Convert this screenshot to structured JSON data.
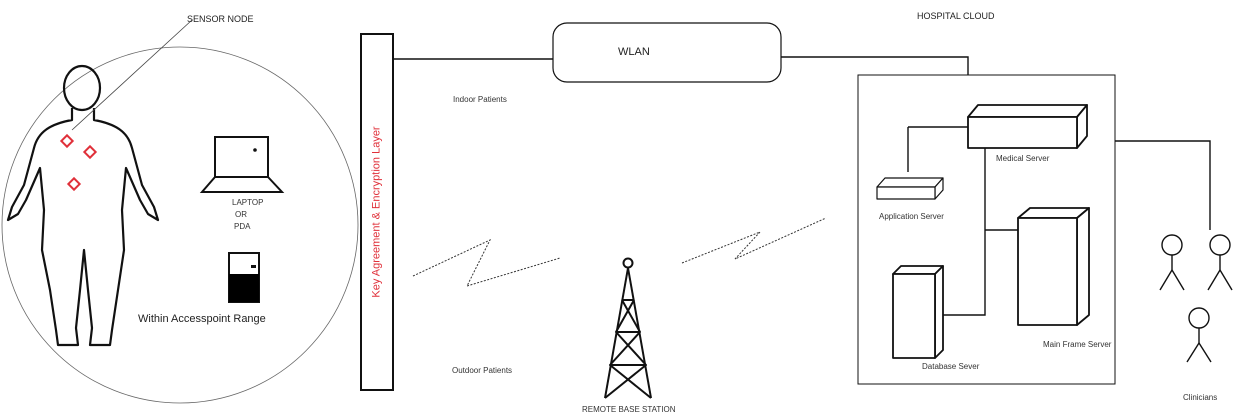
{
  "labels": {
    "sensor_node": "SENSOR NODE",
    "hospital_cloud": "HOSPITAL CLOUD",
    "wlan": "WLAN",
    "key_layer": "Key Agreement & Encryption Layer",
    "indoor_patients": "Indoor Patients",
    "outdoor_patients": "Outdoor Patients",
    "laptop": "LAPTOP",
    "or": "OR",
    "pda": "PDA",
    "within_range": "Within Accesspoint Range",
    "remote_base_station": "REMOTE BASE STATION",
    "medical_server": "Medical Server",
    "application_server": "Application Server",
    "database_server": "Database Sever",
    "mainframe_server": "Main Frame Server",
    "clinicians": "Clinicians"
  },
  "colors": {
    "sensor": "#e0303a",
    "layer_text": "#e0303a",
    "line": "#111111"
  }
}
